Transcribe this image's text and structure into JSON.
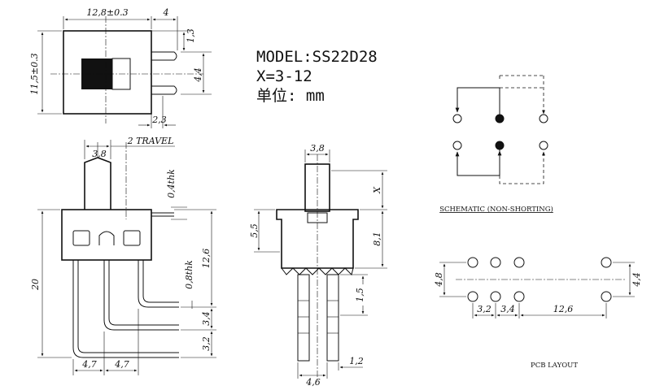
{
  "model": {
    "model_line": "MODEL:SS22D28",
    "x_line": "X=3-12",
    "unit_line": "单位: mm"
  },
  "top_view": {
    "width": "12,8±0.3",
    "pin_length": "4",
    "height": "11,5±0.3",
    "pin_offset": "1,3",
    "pin_pitch": "4,4",
    "pin_bottom": "2,3"
  },
  "front_view": {
    "knob_width": "3,8",
    "travel": "2 TRAVEL",
    "thickness_top": "0,4thk",
    "thickness_pin": "0,8thk",
    "height_total": "20",
    "pin_span": "12,6",
    "row_gap_1": "3,4",
    "row_gap_2": "3,2",
    "pitch_1": "4,7",
    "pitch_2": "4,7"
  },
  "side_view": {
    "knob_width": "3,8",
    "x_dim": "X",
    "body_height": "5,5",
    "total_height": "8,1",
    "pin_stub": "1,5",
    "pin_width": "1,2",
    "pin_span": "4,6"
  },
  "schematic": {
    "caption": "SCHEMATIC (NON-SHORTING)"
  },
  "pcb": {
    "caption": "PCB LAYOUT",
    "row_spacing": "4,8",
    "pitch_1": "3,2",
    "pitch_2": "3,4",
    "span": "12,6",
    "right_spacing": "4,4"
  }
}
